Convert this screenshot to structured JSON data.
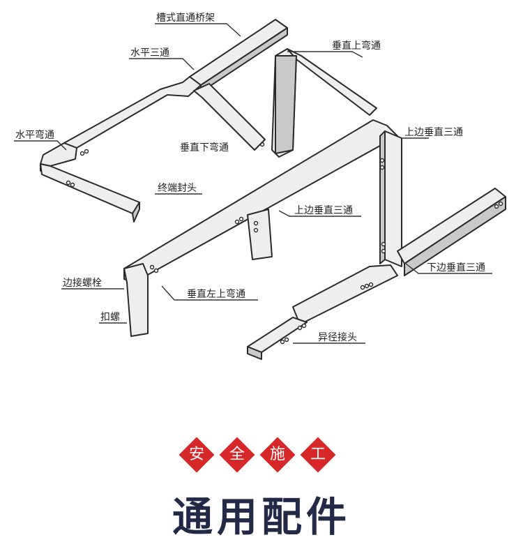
{
  "diagram": {
    "labels": {
      "trough_straight": "槽式直通桥架",
      "horizontal_tee": "水平三通",
      "vertical_upper_bend": "垂直上弯通",
      "horizontal_bend": "水平弯通",
      "vertical_lower_bend": "垂直下弯通",
      "upper_vertical_tee_1": "上边垂直三通",
      "end_cap": "终端封头",
      "upper_vertical_tee_2": "上边垂直三通",
      "edge_bolt": "边接螺栓",
      "vertical_left_upper_bend": "垂直左上弯通",
      "lower_vertical_tee": "下边垂直三通",
      "clip": "扣螺",
      "reducer": "异径接头"
    }
  },
  "badges": [
    "安",
    "全",
    "施",
    "工"
  ],
  "badge_color": "#d62829",
  "title": "通用配件",
  "title_color": "#232a48"
}
